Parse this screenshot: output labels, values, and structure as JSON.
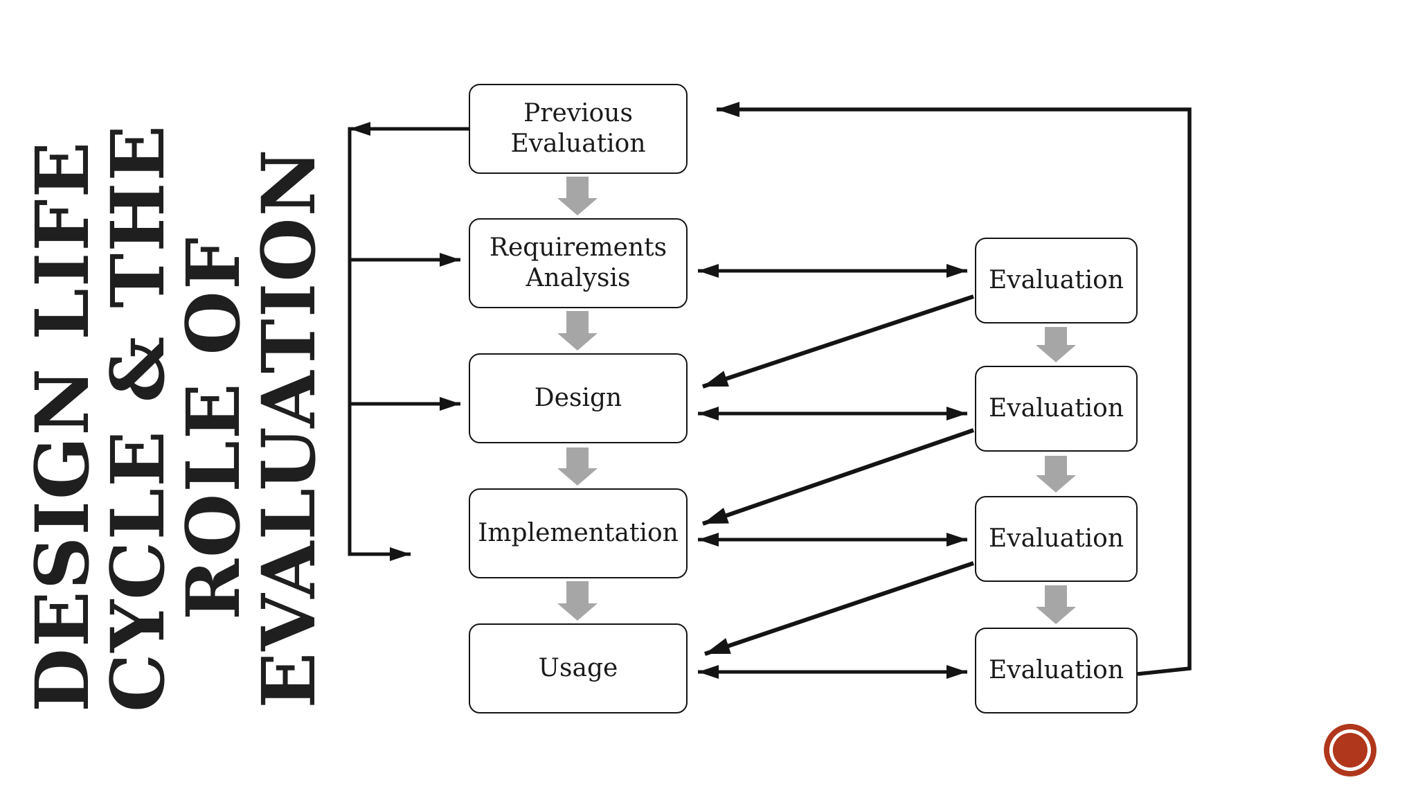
{
  "slide": {
    "background": "#ffffff",
    "title": {
      "full_text": "DESIGN LIFE CYCLE & THE ROLE OF EVALUATION",
      "lines": [
        "DESIGN LIFE",
        "CYCLE & THE",
        "ROLE OF",
        "EVALUATION"
      ],
      "orientation": "rotated-90-ccw",
      "color": "#1f1f1f"
    },
    "decoration": {
      "corner_dot_color": "#b0371b"
    }
  },
  "diagram": {
    "lifecycle_nodes": [
      {
        "id": "previous-evaluation",
        "label": "Previous Evaluation"
      },
      {
        "id": "requirements-analysis",
        "label": "Requirements Analysis"
      },
      {
        "id": "design",
        "label": "Design"
      },
      {
        "id": "implementation",
        "label": "Implementation"
      },
      {
        "id": "usage",
        "label": "Usage"
      }
    ],
    "evaluation_nodes": [
      {
        "id": "evaluation-1",
        "label": "Evaluation"
      },
      {
        "id": "evaluation-2",
        "label": "Evaluation"
      },
      {
        "id": "evaluation-3",
        "label": "Evaluation"
      },
      {
        "id": "evaluation-4",
        "label": "Evaluation"
      }
    ],
    "edges": [
      {
        "from": "previous-evaluation",
        "to": "requirements-analysis",
        "style": "gray-block-arrow-down"
      },
      {
        "from": "requirements-analysis",
        "to": "design",
        "style": "gray-block-arrow-down"
      },
      {
        "from": "design",
        "to": "implementation",
        "style": "gray-block-arrow-down"
      },
      {
        "from": "implementation",
        "to": "usage",
        "style": "gray-block-arrow-down"
      },
      {
        "from": "evaluation-1",
        "to": "evaluation-2",
        "style": "gray-block-arrow-down"
      },
      {
        "from": "evaluation-2",
        "to": "evaluation-3",
        "style": "gray-block-arrow-down"
      },
      {
        "from": "evaluation-3",
        "to": "evaluation-4",
        "style": "gray-block-arrow-down"
      },
      {
        "from": "requirements-analysis",
        "to": "evaluation-1",
        "style": "double-headed-horizontal"
      },
      {
        "from": "design",
        "to": "evaluation-2",
        "style": "double-headed-horizontal"
      },
      {
        "from": "implementation",
        "to": "evaluation-3",
        "style": "double-headed-horizontal"
      },
      {
        "from": "usage",
        "to": "evaluation-4",
        "style": "double-headed-horizontal"
      },
      {
        "from": "evaluation-1",
        "to": "design",
        "style": "diagonal-arrow"
      },
      {
        "from": "evaluation-2",
        "to": "implementation",
        "style": "diagonal-arrow"
      },
      {
        "from": "evaluation-3",
        "to": "usage",
        "style": "diagonal-arrow"
      },
      {
        "from": "previous-evaluation",
        "to": [
          "requirements-analysis",
          "design",
          "implementation"
        ],
        "style": "left-distribution-line"
      },
      {
        "from": "evaluation-4",
        "to": "previous-evaluation",
        "style": "outer-feedback-loop"
      }
    ],
    "line_color": "#141414",
    "block_arrow_color": "#a6a6a6",
    "node_border_color": "#141414",
    "node_text_color": "#1a1a1a"
  }
}
